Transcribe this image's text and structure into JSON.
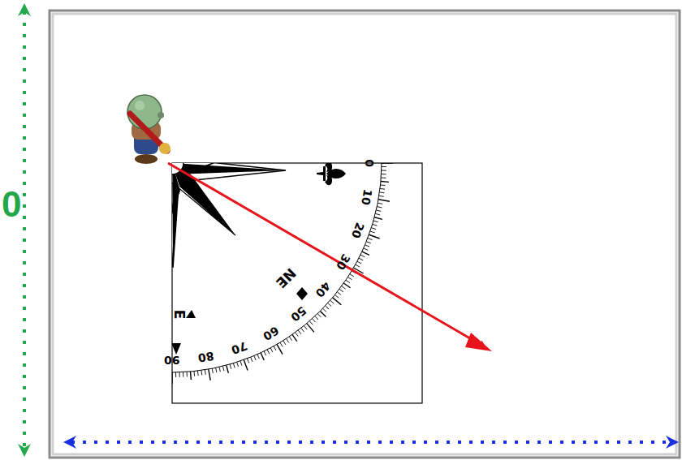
{
  "diagram": {
    "labels": [
      "0",
      "10",
      "20",
      "30",
      "40",
      "50",
      "60",
      "70",
      "80",
      "90",
      "NE",
      "E",
      "0"
    ]
  }
}
